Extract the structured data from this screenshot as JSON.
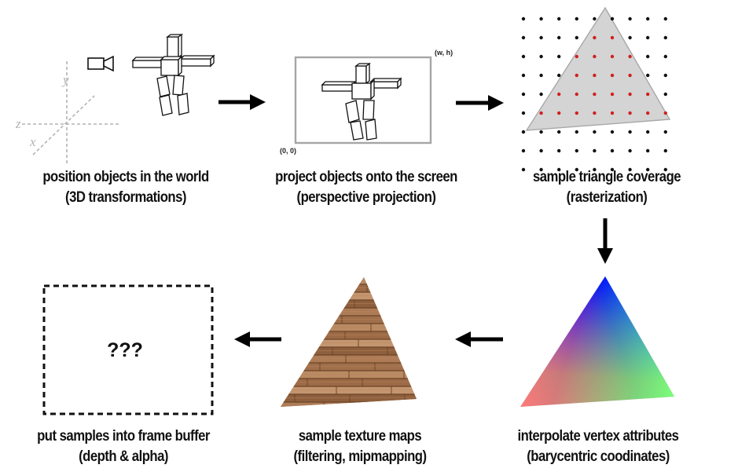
{
  "stages": [
    {
      "id": "world",
      "line1": "position objects in the world",
      "line2": "(3D transformations)"
    },
    {
      "id": "project",
      "line1": "project objects onto the screen",
      "line2": "(perspective projection)"
    },
    {
      "id": "rasterize",
      "line1": "sample triangle coverage",
      "line2": "(rasterization)"
    },
    {
      "id": "interpolate",
      "line1": "interpolate vertex attributes",
      "line2": "(barycentric coodinates)"
    },
    {
      "id": "texture",
      "line1": "sample texture maps",
      "line2": "(filtering, mipmapping)"
    },
    {
      "id": "framebuffer",
      "line1": "put samples into frame buffer",
      "line2": "(depth & alpha)"
    }
  ],
  "axes": {
    "x": "x",
    "y": "y",
    "z": "z"
  },
  "screen": {
    "origin_label": "(0, 0)",
    "corner_label": "(w, h)"
  },
  "framebuffer": {
    "placeholder": "???"
  },
  "colors": {
    "arrow": "#000000",
    "coverage_fill": "#d4d4d4",
    "covered_sample": "#d01f1f",
    "uncovered_sample": "#111111",
    "vertex_red": "#ff0000",
    "vertex_green": "#00ff00",
    "vertex_blue": "#0000ff",
    "wood_light": "#b8875f",
    "wood_dark": "#6b4427"
  }
}
